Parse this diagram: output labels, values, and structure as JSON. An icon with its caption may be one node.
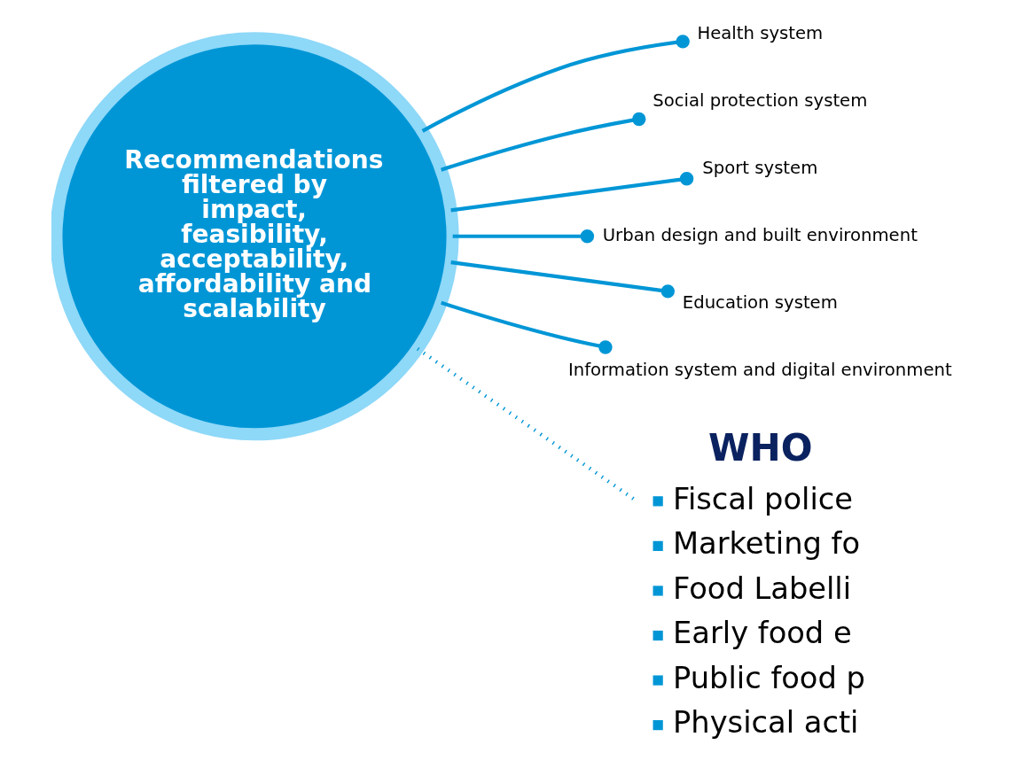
{
  "diagram": {
    "nodes": [
      {
        "text": [
          "Recommendations filtered by impact, feasibility, acceptability, affordability and scalability"
        ]
      },
      {
        "text": [
          "Health system"
        ]
      },
      {
        "text": [
          "Social protection system"
        ]
      },
      {
        "text": [
          "Sport system"
        ]
      },
      {
        "text": [
          "Urban design and built environment"
        ]
      },
      {
        "text": [
          "Education system"
        ]
      },
      {
        "text": [
          "Information system and digital environment"
        ]
      },
      {
        "text": [
          "WHO",
          "Fiscal police",
          "Marketing fo",
          "Food Labelli",
          "Early food e",
          "Public food p",
          "Physical acti"
        ]
      }
    ],
    "edges": [
      {
        "from": 0,
        "to": 1,
        "arrow": "other"
      },
      {
        "from": 0,
        "to": 2,
        "arrow": "other"
      },
      {
        "from": 0,
        "to": 3,
        "arrow": "other"
      },
      {
        "from": 0,
        "to": 4,
        "arrow": "other"
      },
      {
        "from": 0,
        "to": 5,
        "arrow": "other"
      },
      {
        "from": 0,
        "to": 6,
        "arrow": "other"
      },
      {
        "from": 0,
        "to": 7,
        "arrow": "none",
        "style": "dashed"
      }
    ]
  }
}
